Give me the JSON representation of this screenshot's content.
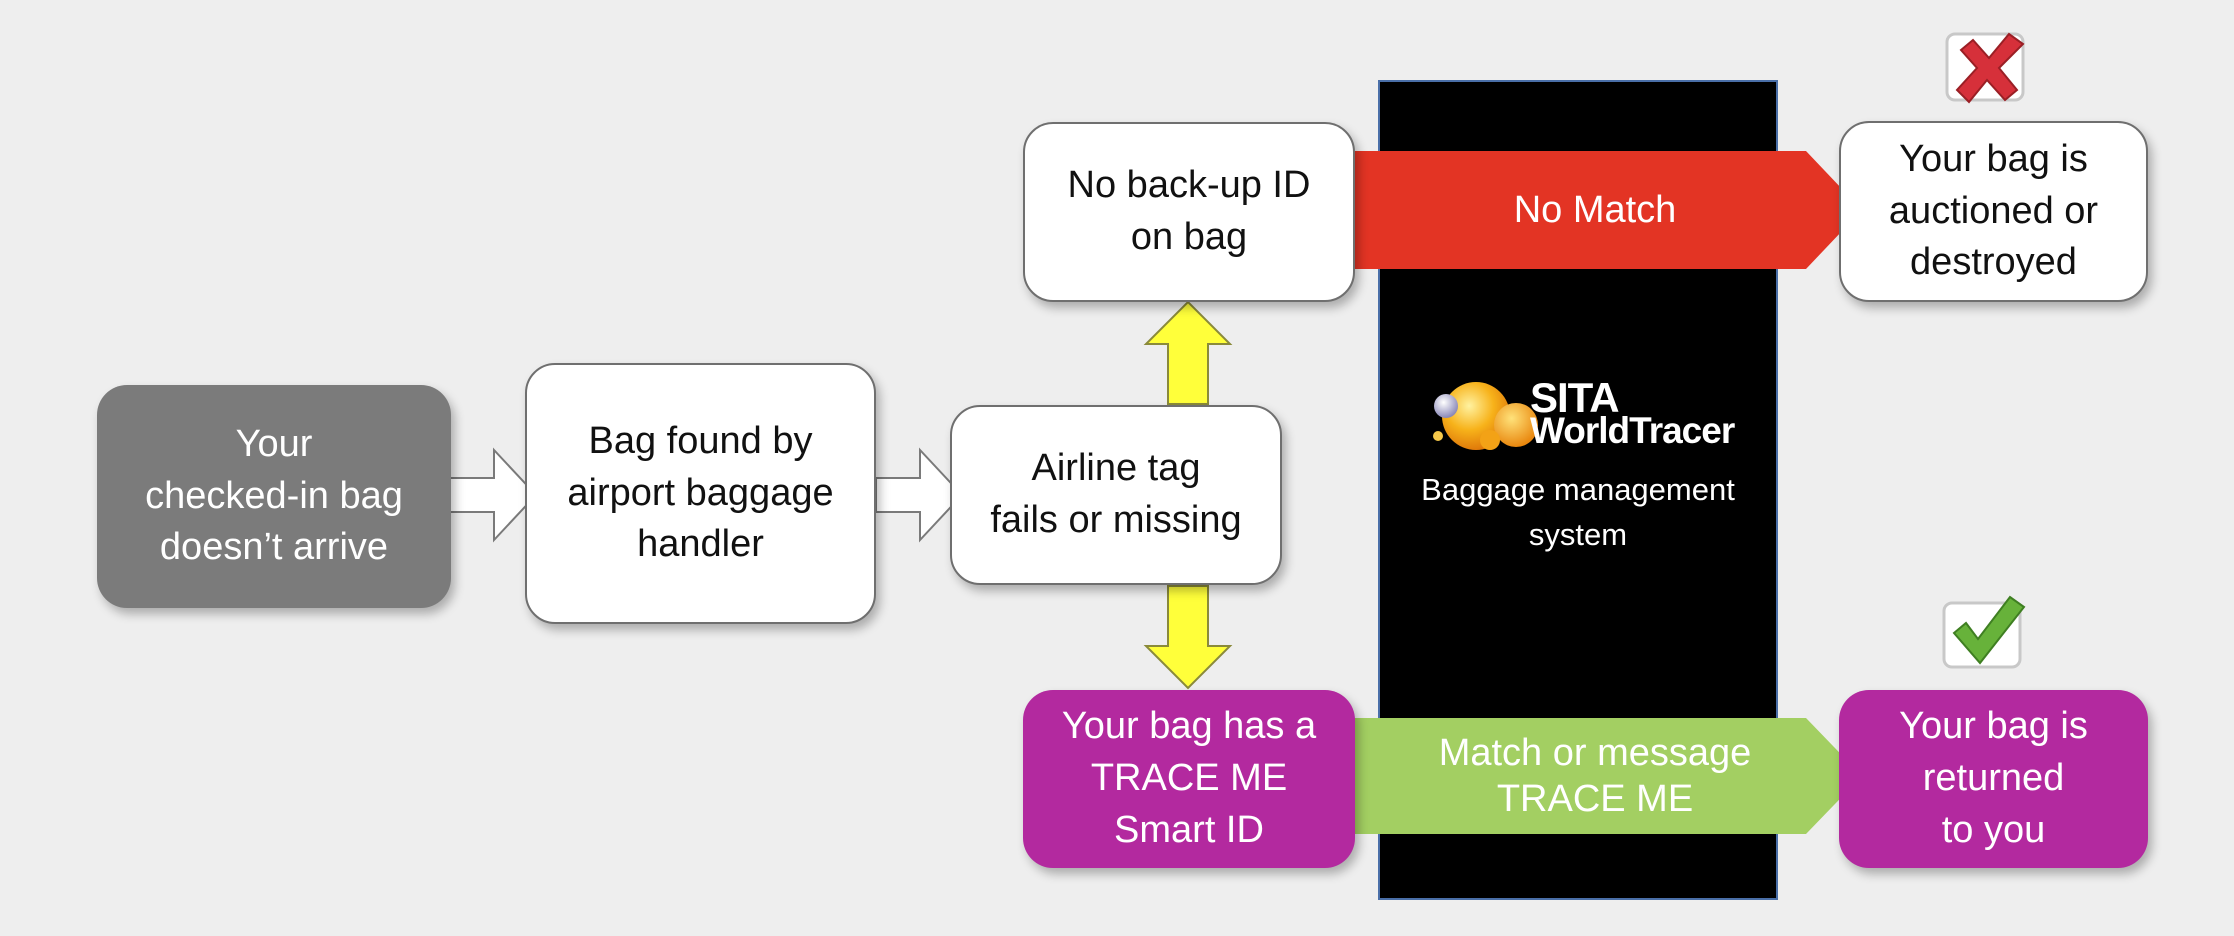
{
  "flow": {
    "start": "Your\nchecked-in bag\ndoesn’t arrive",
    "found": "Bag found by\nairport baggage\nhandler",
    "tag_fails": "Airline tag\nfails or missing",
    "no_backup": "No back-up ID\non bag",
    "has_traceme": "Your bag has a\nTRACE ME\nSmart ID",
    "outcome_bad": "Your bag is\nauctioned or\ndestroyed",
    "outcome_good": "Your bag is\nreturned\nto you"
  },
  "bands": {
    "no_match": "No Match",
    "match": "Match or message\nTRACE ME"
  },
  "system": {
    "brand_top": "SITA",
    "brand_bottom": "WorldTracer",
    "caption": "Baggage management\nsystem"
  },
  "colors": {
    "background": "#eeeeee",
    "panel": "#000000",
    "no_match_band": "#e33424",
    "match_band": "#a3cf62",
    "traceme_magenta": "#b3299f",
    "start_grey": "#7b7b7b",
    "connector_yellow": "#ffff3a",
    "cross_red": "#d6303a",
    "check_green": "#67b23a"
  },
  "icons": {
    "fail": "red-cross-icon",
    "success": "green-check-icon",
    "logo": "sita-worldtracer-logo"
  }
}
